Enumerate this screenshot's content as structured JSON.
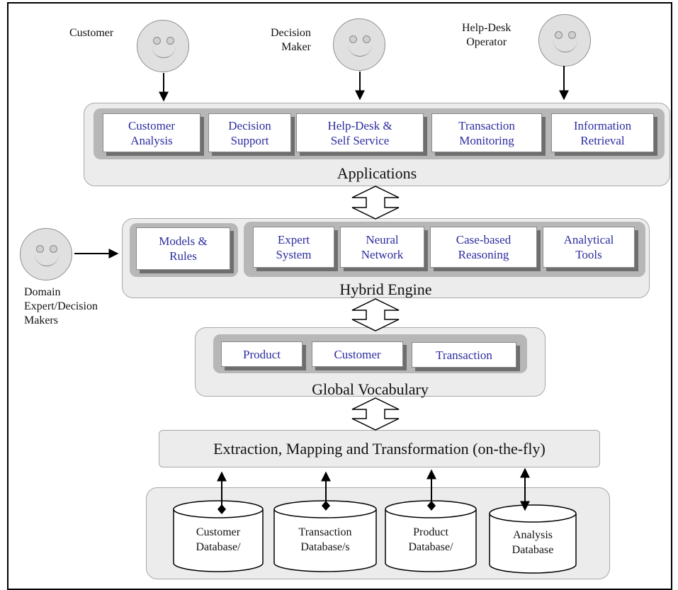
{
  "actors": {
    "customer": "Customer",
    "decision_maker": "Decision\nMaker",
    "helpdesk_operator": "Help-Desk\nOperator",
    "domain_expert": "Domain\nExpert/Decision\nMakers"
  },
  "applications": {
    "title": "Applications",
    "items": [
      "Customer\nAnalysis",
      "Decision\nSupport",
      "Help-Desk &\nSelf Service",
      "Transaction\nMonitoring",
      "Information\nRetrieval"
    ]
  },
  "hybrid_engine": {
    "title": "Hybrid Engine",
    "models": "Models &\nRules",
    "items": [
      "Expert\nSystem",
      "Neural\nNetwork",
      "Case-based\nReasoning",
      "Analytical\nTools"
    ]
  },
  "global_vocabulary": {
    "title": "Global Vocabulary",
    "items": [
      "Product",
      "Customer",
      "Transaction"
    ]
  },
  "extraction": {
    "title": "Extraction, Mapping and Transformation (on-the-fly)"
  },
  "databases": [
    "Customer\nDatabase/",
    "Transaction\nDatabase/s",
    "Product\nDatabase/",
    "Analysis\nDatabase"
  ],
  "colors": {
    "box_text": "#2c2ca0",
    "panel": "#ececec",
    "tray": "#b7b7b7"
  }
}
